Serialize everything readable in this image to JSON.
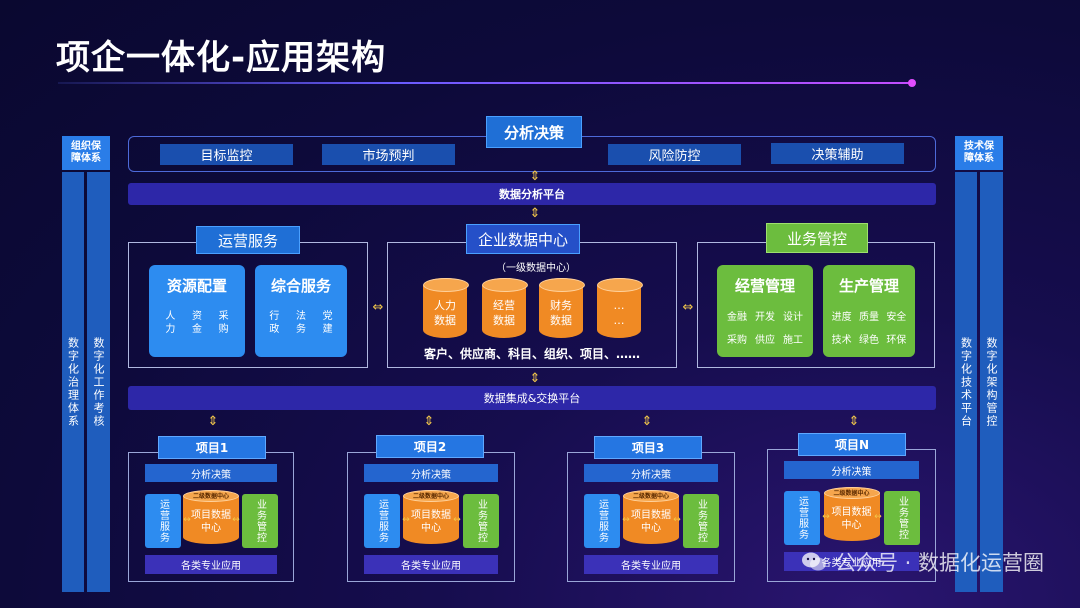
{
  "title": "项企一体化-应用架构",
  "top": {
    "header": "分析决策",
    "items": [
      "目标监控",
      "市场预判",
      "风险防控",
      "决策辅助"
    ],
    "platform": "数据分析平台"
  },
  "left_side": {
    "header": "组织保障体系",
    "columns": [
      "数字化治理体系",
      "数字化工作考核"
    ]
  },
  "right_side": {
    "header": "技术保障体系",
    "columns": [
      "数字化技术平台",
      "数字化架构管控"
    ]
  },
  "ops": {
    "label": "运营服务",
    "cards": [
      {
        "title": "资源配置",
        "cols": [
          [
            "人",
            "力"
          ],
          [
            "资",
            "金"
          ],
          [
            "采",
            "购"
          ]
        ]
      },
      {
        "title": "综合服务",
        "cols": [
          [
            "行",
            "政"
          ],
          [
            "法",
            "务"
          ],
          [
            "党",
            "建"
          ]
        ]
      }
    ]
  },
  "datacenter": {
    "label": "企业数据中心",
    "subtitle": "（一级数据中心）",
    "cylinders": [
      [
        "人力",
        "数据"
      ],
      [
        "经营",
        "数据"
      ],
      [
        "财务",
        "数据"
      ],
      [
        "…",
        "…"
      ]
    ],
    "caption": "客户、供应商、科目、组织、项目、……"
  },
  "biz": {
    "label": "业务管控",
    "cards": [
      {
        "title": "经营管理",
        "rows": [
          [
            "金融",
            "开发",
            "设计"
          ],
          [
            "采购",
            "供应",
            "施工"
          ]
        ]
      },
      {
        "title": "生产管理",
        "rows": [
          [
            "进度",
            "质量",
            "安全"
          ],
          [
            "技术",
            "绿色",
            "环保"
          ]
        ]
      }
    ]
  },
  "integration": "数据集成&交换平台",
  "projects": [
    {
      "title": "项目1",
      "top": "分析决策",
      "left": "运营服务",
      "right": "业务管控",
      "cap": "二级数据中心",
      "center": "项目数据中心",
      "bottom": "各类专业应用"
    },
    {
      "title": "项目2",
      "top": "分析决策",
      "left": "运营服务",
      "right": "业务管控",
      "cap": "二级数据中心",
      "center": "项目数据中心",
      "bottom": "各类专业应用"
    },
    {
      "title": "项目3",
      "top": "分析决策",
      "left": "运营服务",
      "right": "业务管控",
      "cap": "二级数据中心",
      "center": "项目数据中心",
      "bottom": "各类专业应用"
    },
    {
      "title": "项目N",
      "top": "分析决策",
      "left": "运营服务",
      "right": "业务管控",
      "cap": "二级数据中心",
      "center": "项目数据中心",
      "bottom": "各类专业应用"
    }
  ],
  "watermark": "公众号 · 数据化运营圈",
  "colors": {
    "blue": "#2d8cf0",
    "green": "#6cbd3e",
    "orange": "#f08a24",
    "arrow": "#f3c84b"
  }
}
